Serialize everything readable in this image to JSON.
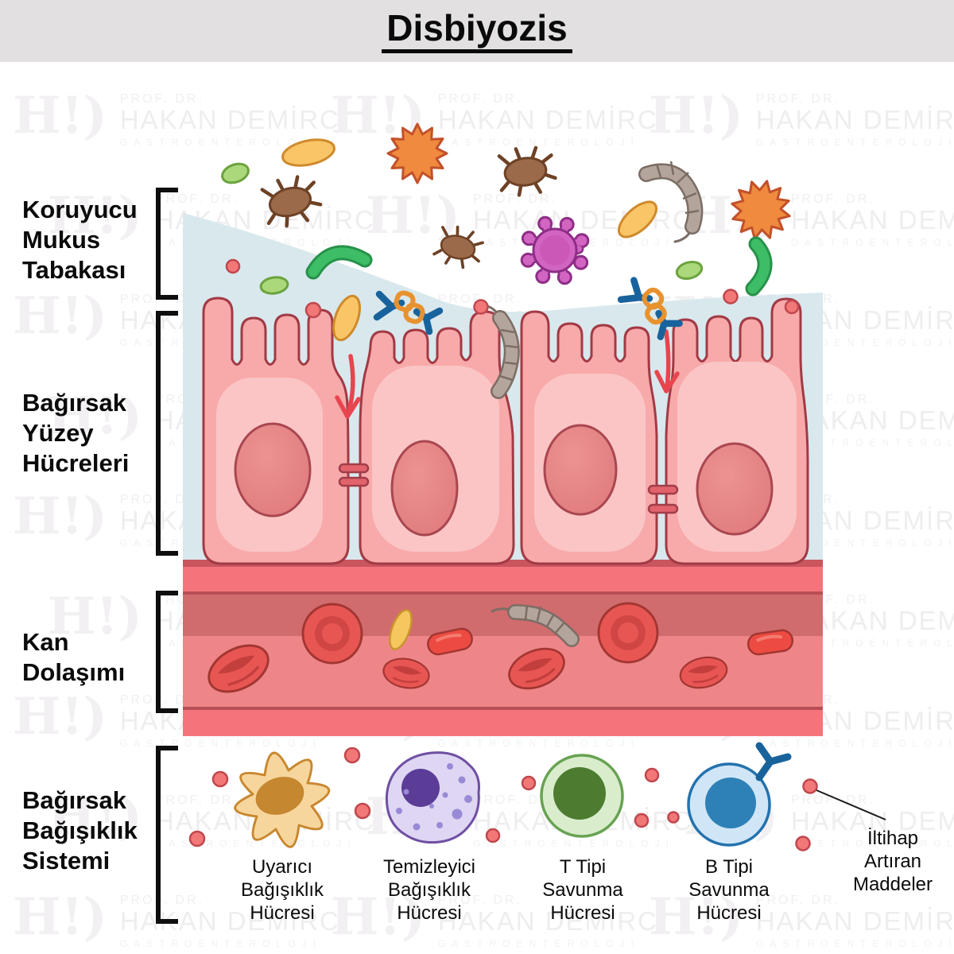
{
  "title": "Disbiyozis",
  "watermark": {
    "logo": "H!)",
    "prefix": "PROF. DR.",
    "name": "HAKAN DEMİRCİ",
    "field": "GASTROENTEROLOJİ"
  },
  "section_labels": {
    "mucus": "Koruyucu\nMukus\nTabakası",
    "epithelium": "Bağırsak\nYüzey\nHücreleri",
    "circulation": "Kan\nDolaşımı",
    "immune": "Bağırsak\nBağışıklık\nSistemi"
  },
  "immune_cell_labels": {
    "dendritic": "Uyarıcı\nBağışıklık\nHücresi",
    "macrophage": "Temizleyici\nBağışıklık\nHücresi",
    "t_cell": "T Tipi\nSavunma\nHücresi",
    "b_cell": "B Tipi\nSavunma\nHücresi"
  },
  "annotation": "İltihap\nArtıran\nMaddeler",
  "colors": {
    "title_band": "#e2e0e1",
    "mucus_layer": "#d9e8ed",
    "cell_fill": "#f8a9a9",
    "cell_inner": "#fbc5c5",
    "cell_stroke": "#a13a45",
    "nucleus": "#e58383",
    "vessel_wall": "#f5747c",
    "vessel_interior": "#ee8689",
    "rbc": "#e85654",
    "arrow_red": "#e8454e",
    "antibody_blue": "#19639d",
    "chain_orange": "#e8922f",
    "virus_purple": "#d264c2",
    "star_orange": "#ef8a3e",
    "bug_brown": "#9a6a4a",
    "green_bacteria": "#3cbd66",
    "red_dot": "#f17876",
    "dendritic_fill": "#f6d69d",
    "macrophage_fill": "#ded6f3",
    "t_cell_fill": "#4d7c31",
    "b_cell_fill": "#2e81b6"
  }
}
